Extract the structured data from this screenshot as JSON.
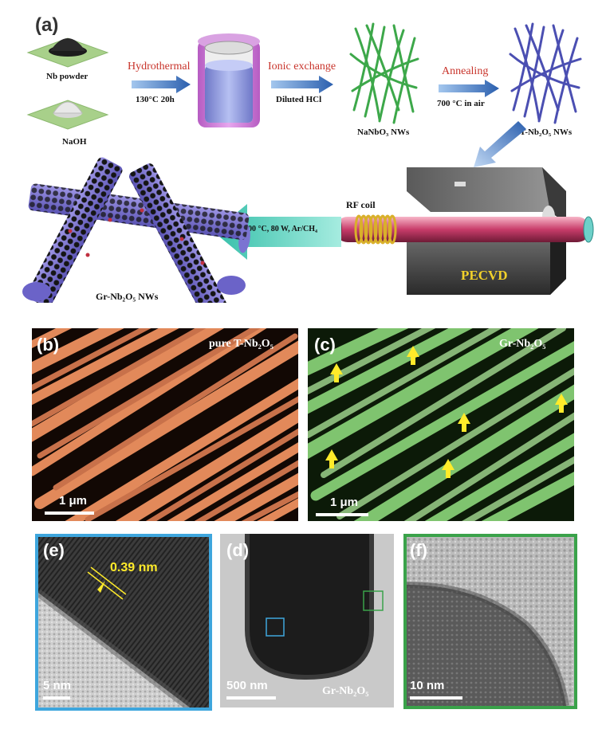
{
  "panel_a": {
    "letter": "(a)",
    "nb_powder": "Nb powder",
    "naoh": "NaOH",
    "step1_label": "Hydrothermal",
    "step1_cond": "130°C 20h",
    "step2_label": "Ionic exchange",
    "step2_cond": "Diluted HCl",
    "step3_label": "Annealing",
    "step3_cond": "700 °C in air",
    "nanbo3": "NaNbO₃ NWs",
    "tnb2o5": "T-Nb₂O₅ NWs",
    "rf_coil": "RF coil",
    "pecvd": "PECVD",
    "pecvd_cond": "500 °C, 80 W, Ar/CH₄",
    "gr_nws": "Gr-Nb₂O₅ NWs"
  },
  "panel_b": {
    "letter": "(b)",
    "label": "pure T-Nb₂O₅",
    "scale": "1 μm"
  },
  "panel_c": {
    "letter": "(c)",
    "label": "Gr-Nb₂O₅",
    "scale": "1 μm"
  },
  "panel_e": {
    "letter": "(e)",
    "spacing": "0.39 nm",
    "scale": "5 nm",
    "border_color": "#3ea6dd"
  },
  "panel_d": {
    "letter": "(d)",
    "scale": "500 nm",
    "label": "Gr-Nb₂O₅"
  },
  "panel_f": {
    "letter": "(f)",
    "scale": "10 nm",
    "border_color": "#3aa24a"
  },
  "colors": {
    "red_label": "#c8342b",
    "yellow": "#ffeb2a",
    "orange_sem": "#e2895a",
    "green_sem": "#7fc46f"
  }
}
